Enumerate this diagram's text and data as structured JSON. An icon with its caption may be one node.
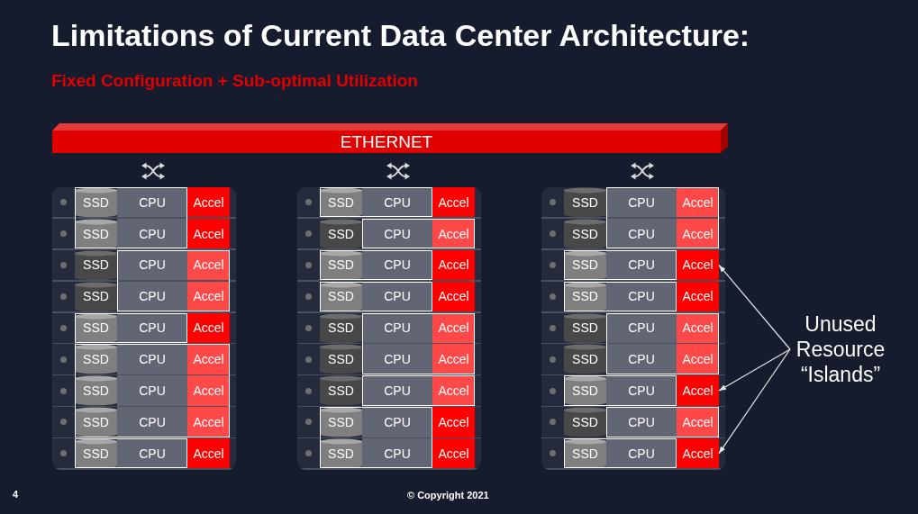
{
  "diagram": {
    "title": "Limitations of Current Data Center Architecture:",
    "nodes": [
      {
        "text": [
          "ETHERNET"
        ]
      },
      {
        "text": [],
        "shape": "box"
      },
      {
        "text": [],
        "shape": "box",
        "in": 1
      },
      {
        "text": [
          "SSD"
        ],
        "in": 2
      },
      {
        "text": [
          "CPU"
        ],
        "in": 2
      },
      {
        "text": [
          "Accel"
        ],
        "in": 1
      },
      {
        "text": [
          "SSD"
        ],
        "in": 2
      },
      {
        "text": [
          "CPU"
        ],
        "in": 2
      },
      {
        "text": [
          "Accel"
        ],
        "in": 1
      },
      {
        "text": [],
        "shape": "box",
        "in": 1
      },
      {
        "text": [
          "SSD"
        ],
        "in": 1
      },
      {
        "text": [
          "CPU"
        ],
        "in": 9
      },
      {
        "text": [
          "Accel"
        ],
        "in": 9
      },
      {
        "text": [
          "SSD"
        ],
        "in": 1
      },
      {
        "text": [
          "CPU"
        ],
        "in": 9
      },
      {
        "text": [
          "Accel"
        ],
        "in": 9
      },
      {
        "text": [],
        "shape": "box",
        "in": 1
      },
      {
        "text": [
          "SSD"
        ],
        "in": 16
      },
      {
        "text": [
          "CPU"
        ],
        "in": 16
      },
      {
        "text": [
          "Accel"
        ],
        "in": 1
      },
      {
        "text": [],
        "shape": "box",
        "in": 1
      },
      {
        "text": [
          "SSD"
        ],
        "in": 20
      },
      {
        "text": [
          "CPU"
        ],
        "in": 20
      },
      {
        "text": [
          "Accel"
        ],
        "in": 20
      },
      {
        "text": [
          "SSD"
        ],
        "in": 20
      },
      {
        "text": [
          "CPU"
        ],
        "in": 20
      },
      {
        "text": [
          "Accel"
        ],
        "in": 20
      },
      {
        "text": [
          "SSD"
        ],
        "in": 20
      },
      {
        "text": [
          "CPU"
        ],
        "in": 20
      },
      {
        "text": [
          "Accel"
        ],
        "in": 20
      },
      {
        "text": [],
        "shape": "box",
        "in": 1
      },
      {
        "text": [
          "SSD"
        ],
        "in": 30
      },
      {
        "text": [
          "CPU"
        ],
        "in": 30
      },
      {
        "text": [
          "Accel"
        ],
        "in": 1
      },
      {
        "text": [],
        "shape": "box"
      },
      {
        "text": [],
        "shape": "box",
        "in": 34
      },
      {
        "text": [
          "SSD"
        ],
        "in": 35
      },
      {
        "text": [
          "CPU"
        ],
        "in": 35
      },
      {
        "text": [
          "Accel"
        ],
        "in": 34
      },
      {
        "text": [],
        "shape": "box",
        "in": 34
      },
      {
        "text": [
          "SSD"
        ],
        "in": 34
      },
      {
        "text": [
          "CPU"
        ],
        "in": 39
      },
      {
        "text": [
          "Accel"
        ],
        "in": 39
      },
      {
        "text": [],
        "shape": "box",
        "in": 34
      },
      {
        "text": [
          "SSD"
        ],
        "in": 43
      },
      {
        "text": [
          "CPU"
        ],
        "in": 43
      },
      {
        "text": [
          "Accel"
        ],
        "in": 34
      },
      {
        "text": [],
        "shape": "box",
        "in": 34
      },
      {
        "text": [
          "SSD"
        ],
        "in": 47
      },
      {
        "text": [
          "CPU"
        ],
        "in": 47
      },
      {
        "text": [
          "Accel"
        ],
        "in": 34
      },
      {
        "text": [],
        "shape": "box",
        "in": 34
      },
      {
        "text": [
          "SSD"
        ],
        "in": 34
      },
      {
        "text": [
          "CPU"
        ],
        "in": 51
      },
      {
        "text": [
          "Accel"
        ],
        "in": 51
      },
      {
        "text": [
          "SSD"
        ],
        "in": 34
      },
      {
        "text": [
          "CPU"
        ],
        "in": 51
      },
      {
        "text": [
          "Accel"
        ],
        "in": 51
      },
      {
        "text": [],
        "shape": "box",
        "in": 34
      },
      {
        "text": [
          "SSD"
        ],
        "in": 34
      },
      {
        "text": [
          "CPU"
        ],
        "in": 58
      },
      {
        "text": [
          "Accel"
        ],
        "in": 58
      },
      {
        "text": [],
        "shape": "box",
        "in": 34
      },
      {
        "text": [
          "SSD"
        ],
        "in": 62
      },
      {
        "text": [
          "CPU"
        ],
        "in": 62
      },
      {
        "text": [
          "Accel"
        ],
        "in": 34
      },
      {
        "text": [
          "SSD"
        ],
        "in": 62
      },
      {
        "text": [
          "CPU"
        ],
        "in": 62
      },
      {
        "text": [
          "Accel"
        ],
        "in": 34
      },
      {
        "text": [],
        "shape": "box"
      },
      {
        "text": [],
        "shape": "box",
        "in": 69
      },
      {
        "text": [
          "SSD"
        ],
        "in": 69
      },
      {
        "text": [
          "CPU"
        ],
        "in": 70
      },
      {
        "text": [
          "Accel"
        ],
        "in": 70
      },
      {
        "text": [
          "SSD"
        ],
        "in": 69
      },
      {
        "text": [
          "CPU"
        ],
        "in": 70
      },
      {
        "text": [
          "Accel"
        ],
        "in": 70
      },
      {
        "text": [],
        "shape": "box",
        "in": 69
      },
      {
        "text": [
          "SSD"
        ],
        "in": 77
      },
      {
        "text": [
          "CPU"
        ],
        "in": 77
      },
      {
        "text": [
          "Accel"
        ],
        "in": 69
      },
      {
        "text": [],
        "shape": "box",
        "in": 69
      },
      {
        "text": [
          "SSD"
        ],
        "in": 81
      },
      {
        "text": [
          "CPU"
        ],
        "in": 81
      },
      {
        "text": [
          "Accel"
        ],
        "in": 69
      },
      {
        "text": [],
        "shape": "box",
        "in": 69
      },
      {
        "text": [
          "SSD"
        ],
        "in": 69
      },
      {
        "text": [
          "CPU"
        ],
        "in": 85
      },
      {
        "text": [
          "Accel"
        ],
        "in": 85
      },
      {
        "text": [
          "SSD"
        ],
        "in": 69
      },
      {
        "text": [
          "CPU"
        ],
        "in": 85
      },
      {
        "text": [
          "Accel"
        ],
        "in": 85
      },
      {
        "text": [],
        "shape": "box",
        "in": 69
      },
      {
        "text": [
          "SSD"
        ],
        "in": 92
      },
      {
        "text": [
          "CPU"
        ],
        "in": 92
      },
      {
        "text": [
          "Accel"
        ],
        "in": 69
      },
      {
        "text": [],
        "shape": "box",
        "in": 69
      },
      {
        "text": [
          "SSD"
        ],
        "in": 69
      },
      {
        "text": [
          "CPU"
        ],
        "in": 96
      },
      {
        "text": [
          "Accel"
        ],
        "in": 96
      },
      {
        "text": [],
        "shape": "box",
        "in": 69
      },
      {
        "text": [
          "SSD"
        ],
        "in": 100
      },
      {
        "text": [
          "CPU"
        ],
        "in": 100
      },
      {
        "text": [
          "Accel"
        ],
        "in": 69
      },
      {
        "text": [
          "Unused Resource “Islands”"
        ]
      }
    ],
    "edges": [
      {
        "from": 104,
        "to": 80,
        "arrow": "to"
      },
      {
        "from": 104,
        "to": 95,
        "arrow": "to"
      },
      {
        "from": 104,
        "to": 103,
        "arrow": "to"
      }
    ],
    "labels": [
      "Fixed Configuration + Sub-optimal Utilization",
      "4",
      "© Copyright 2021"
    ]
  }
}
